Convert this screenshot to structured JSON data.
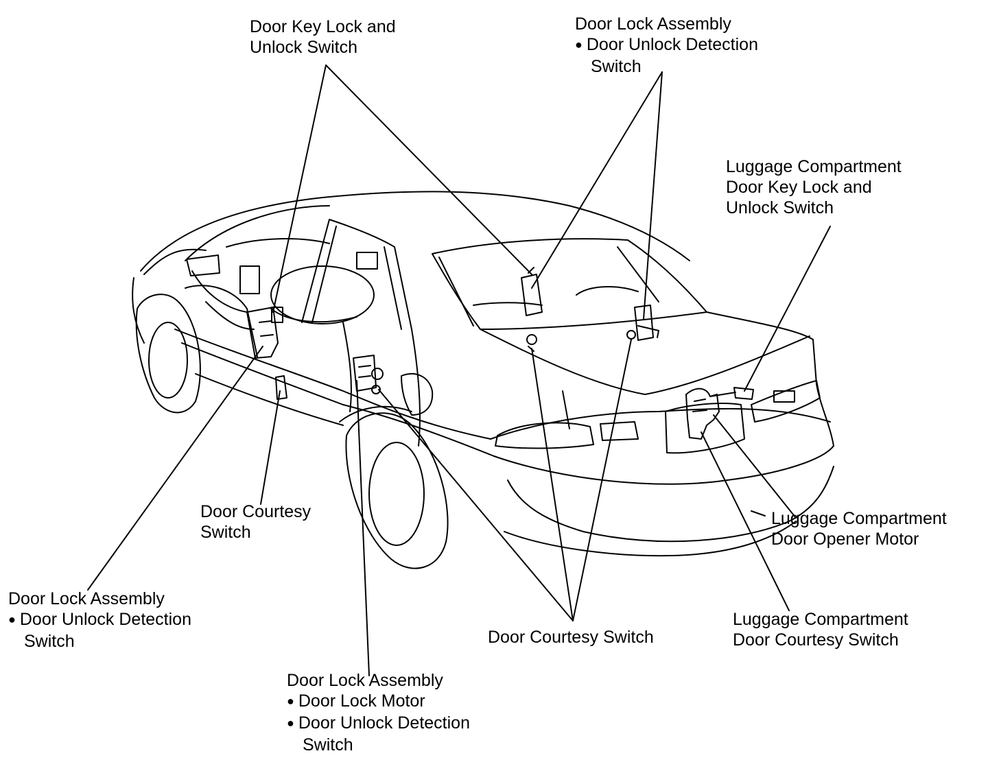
{
  "diagram": {
    "labels": {
      "key_switch_front": [
        "Door Key Lock and",
        "Unlock Switch"
      ],
      "lock_assy_rear_right": {
        "title": "Door Lock Assembly",
        "bullet": "Door Unlock Detection",
        "cont": "Switch"
      },
      "luggage_key_switch": [
        "Luggage Compartment",
        "Door Key Lock and",
        "Unlock Switch"
      ],
      "courtesy_front": [
        "Door Courtesy",
        "Switch"
      ],
      "lock_assy_front_left": {
        "title": "Door Lock Assembly",
        "bullet": "Door Unlock Detection",
        "cont": "Switch"
      },
      "lock_assy_motor": {
        "title": "Door Lock Assembly",
        "bullet1": "Door Lock Motor",
        "bullet2": "Door Unlock Detection",
        "cont": "Switch"
      },
      "courtesy_rear": [
        "Door Courtesy Switch"
      ],
      "luggage_opener_motor": [
        "Luggage Compartment",
        "Door Opener Motor"
      ],
      "luggage_courtesy": [
        "Luggage Compartment",
        "Door Courtesy Switch"
      ]
    }
  }
}
